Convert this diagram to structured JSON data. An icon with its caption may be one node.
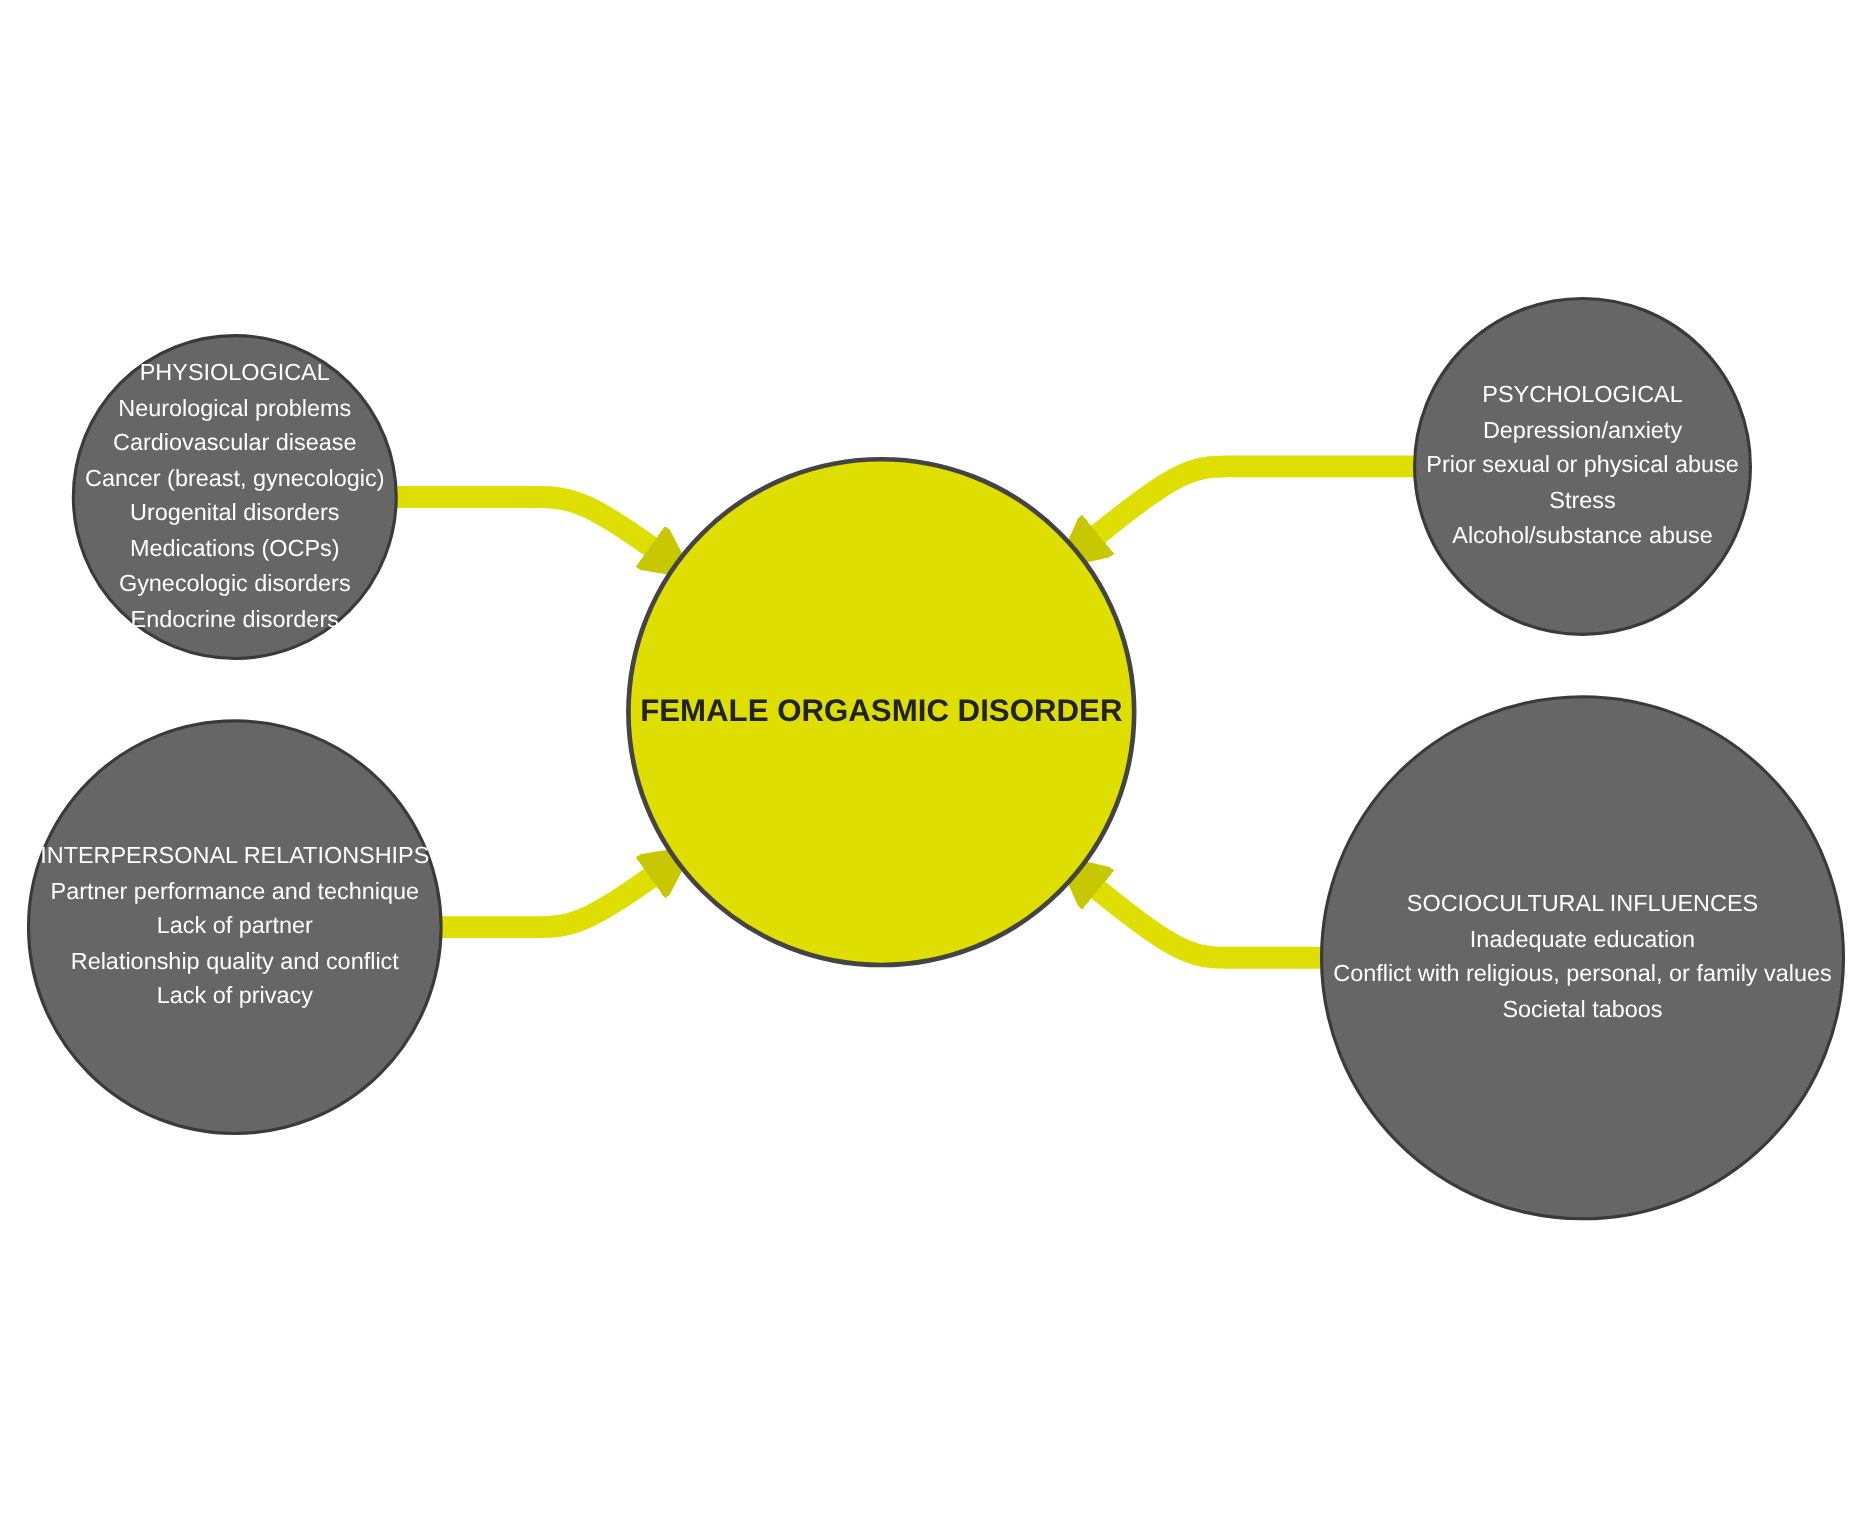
{
  "diagram": {
    "nodes": [
      {
        "text": [
          "PHYSIOLOGICAL",
          "Neurological problems",
          "Cardiovascular disease",
          "Cancer (breast, gynecologic)",
          "Urogenital disorders",
          "Medications (OCPs)",
          "Gynecologic disorders",
          "Endocrine disorders"
        ]
      },
      {
        "text": [
          "PSYCHOLOGICAL",
          "Depression/anxiety",
          "Prior sexual or physical abuse",
          "Stress",
          "Alcohol/substance abuse"
        ]
      },
      {
        "text": [
          "FEMALE ORGASMIC DISORDER"
        ]
      },
      {
        "text": [
          "INTERPERSONAL RELATIONSHIPS",
          "Partner performance and technique",
          "Lack of partner",
          "Relationship quality and conflict",
          "Lack of privacy"
        ]
      },
      {
        "text": [
          "SOCIOCULTURAL INFLUENCES",
          "Inadequate education",
          "Conflict with religious, personal, or family values",
          "Societal taboos"
        ]
      }
    ],
    "edges": [
      {
        "from": 0,
        "to": 2,
        "arrow": "to"
      },
      {
        "from": 1,
        "to": 2,
        "arrow": "to"
      },
      {
        "from": 3,
        "to": 2,
        "arrow": "to"
      },
      {
        "from": 4,
        "to": 2,
        "arrow": "to"
      }
    ]
  }
}
